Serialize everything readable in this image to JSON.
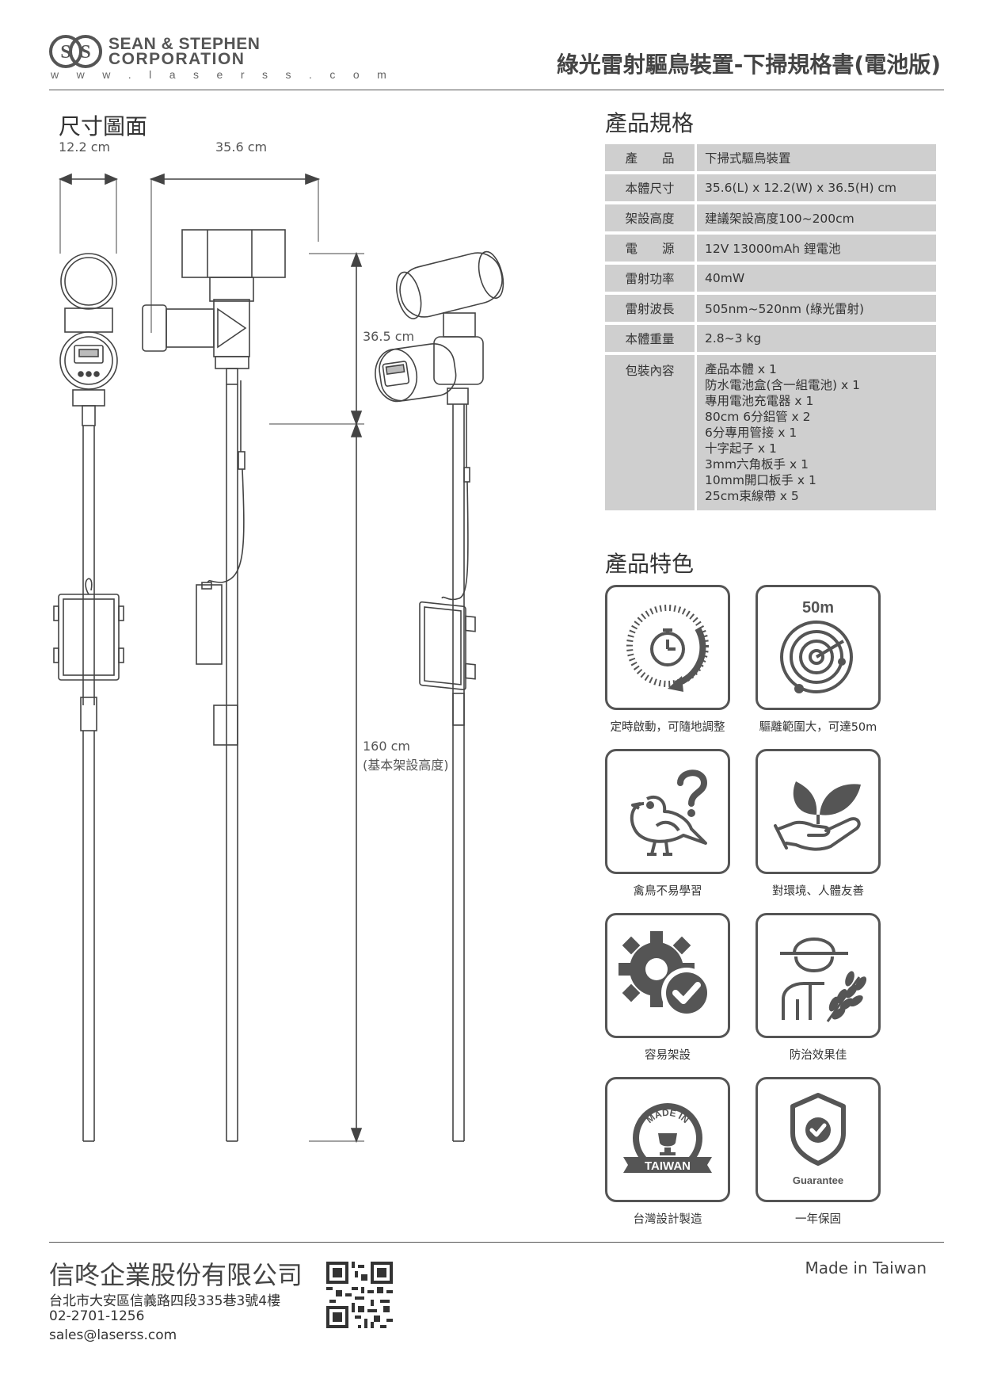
{
  "header": {
    "brand_line1": "SEAN & STEPHEN",
    "brand_line2": "CORPORATION",
    "website": "w w w . l a s e r s s . c o m",
    "title": "綠光雷射驅鳥裝置-下掃規格書(電池版)"
  },
  "drawing": {
    "heading": "尺寸圖面",
    "dim_width_side": "12.2 cm",
    "dim_length": "35.6 cm",
    "dim_height": "36.5 cm",
    "dim_mount_line1": "160 cm",
    "dim_mount_line2": "(基本架設高度)"
  },
  "specs": {
    "heading": "產品規格",
    "rows": [
      {
        "key": "產　　品",
        "value": "下掃式驅鳥裝置"
      },
      {
        "key": "本體尺寸",
        "value": "35.6(L) x 12.2(W) x 36.5(H) cm"
      },
      {
        "key": "架設高度",
        "value": "建議架設高度100~200cm"
      },
      {
        "key": "電　　源",
        "value": "12V 13000mAh 鋰電池"
      },
      {
        "key": "雷射功率",
        "value": "40mW"
      },
      {
        "key": "雷射波長",
        "value": "505nm~520nm (綠光雷射)"
      },
      {
        "key": "本體重量",
        "value": "2.8~3 kg"
      }
    ],
    "package_key": "包裝內容",
    "package_items": [
      "產品本體 x 1",
      "防水電池盒(含一組電池) x 1",
      "專用電池充電器 x 1",
      "80cm 6分鋁管 x 2",
      "6分專用管接 x 1",
      "十字起子 x 1",
      "3mm六角板手 x 1",
      "10mm開口板手 x 1",
      "25cm束線帶 x 5"
    ]
  },
  "features": {
    "heading": "產品特色",
    "items": [
      {
        "icon": "timer-icon",
        "caption": "定時啟動，可隨地調整"
      },
      {
        "icon": "radar-range-icon",
        "caption": "驅離範圍大，可達50m",
        "badge": "50m"
      },
      {
        "icon": "confused-bird-icon",
        "caption": "禽鳥不易學習"
      },
      {
        "icon": "hand-leaves-icon",
        "caption": "對環境、人體友善"
      },
      {
        "icon": "gear-check-icon",
        "caption": "容易架設"
      },
      {
        "icon": "farmer-wheat-icon",
        "caption": "防治效果佳"
      },
      {
        "icon": "made-in-taiwan-badge-icon",
        "caption": "台灣設計製造",
        "badge_top": "MADE IN",
        "badge_bottom": "TAIWAN"
      },
      {
        "icon": "shield-check-icon",
        "caption": "一年保固",
        "badge": "Guarantee"
      }
    ]
  },
  "footer": {
    "company": "信咚企業股份有限公司",
    "address": "台北市大安區信義路四段335巷3號4樓",
    "phone": "02-2701-1256",
    "email": "sales@laserss.com",
    "made_in": "Made in Taiwan"
  },
  "colors": {
    "table_bg": "#cfcfcf",
    "icon_stroke": "#555555",
    "text": "#333333"
  }
}
